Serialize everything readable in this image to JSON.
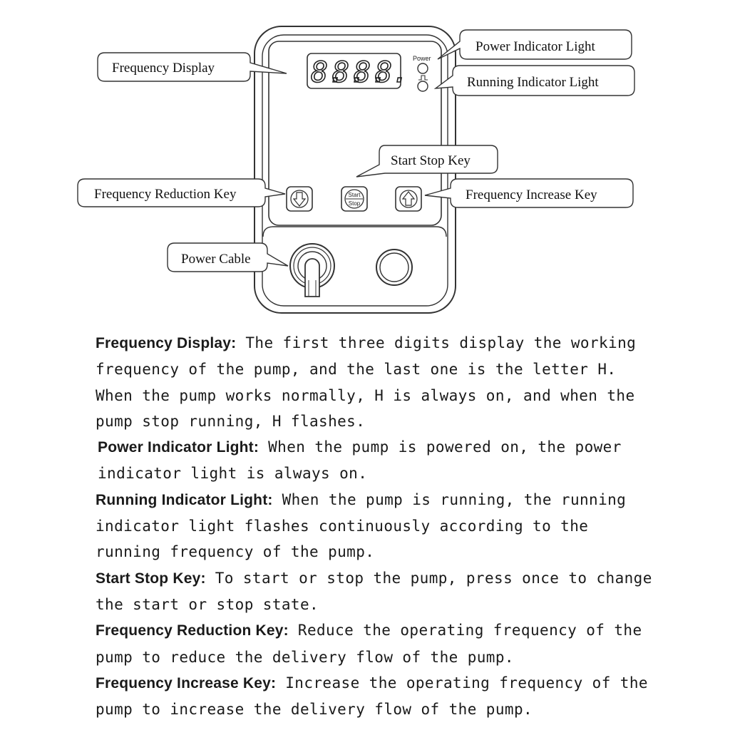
{
  "device": {
    "power_label": "Power",
    "digits": [
      "8.",
      "8.",
      "8.",
      "8."
    ],
    "start_label": "Start",
    "stop_label": "Stop"
  },
  "callouts": {
    "frequency_display": "Frequency Display",
    "power_indicator": "Power Indicator Light",
    "running_indicator": "Running Indicator Light",
    "start_stop_key": "Start Stop Key",
    "frequency_reduction_key": "Frequency Reduction Key",
    "frequency_increase_key": "Frequency Increase Key",
    "power_cable": "Power Cable"
  },
  "descriptions": [
    {
      "term": "Frequency Display:",
      "text": " The first three digits display the working frequency of the pump, and the last one is the letter H. When the pump works normally, H is always on, and when the pump stop running, H flashes."
    },
    {
      "term": "Power Indicator Light:",
      "text": " When the pump is powered on, the power indicator light is always on."
    },
    {
      "term": "Running Indicator Light:",
      "text": " When the pump is running, the running indicator light flashes continuously according to the running frequency of the pump."
    },
    {
      "term": "Start Stop Key:",
      "text": " To start or stop the pump, press once to change the start or stop state."
    },
    {
      "term": "Frequency Reduction Key:",
      "text": " Reduce the operating frequency of the pump to reduce the delivery flow of the pump."
    },
    {
      "term": "Frequency Increase Key:",
      "text": " Increase the operating frequency of the pump to increase the delivery flow of the pump."
    }
  ]
}
